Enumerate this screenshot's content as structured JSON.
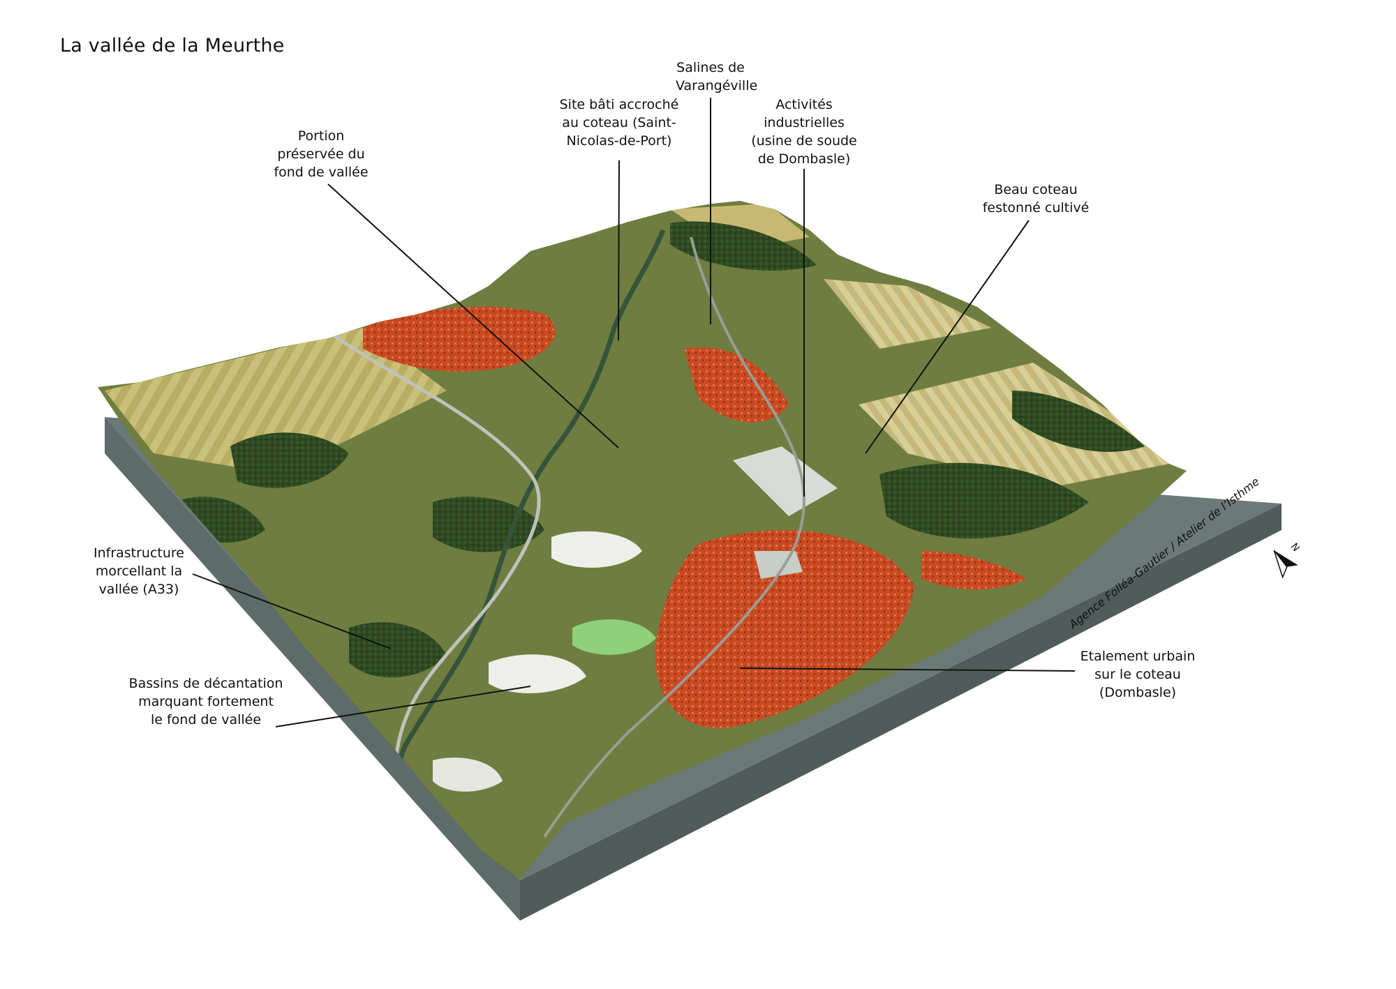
{
  "title": "La vallée de la Meurthe",
  "credit": "Agence Folléa-Gautier / Atelier de l’Isthme",
  "north_label": "N",
  "labels": [
    {
      "id": "salines",
      "lines": [
        "Salines de",
        "Varangéville"
      ]
    },
    {
      "id": "site-bati",
      "lines": [
        "Site bâti accroché",
        "au coteau (Saint-",
        "Nicolas-de-Port)"
      ]
    },
    {
      "id": "activites",
      "lines": [
        "Activités",
        "industrielles",
        "(usine de soude",
        "de Dombasle)"
      ]
    },
    {
      "id": "portion",
      "lines": [
        "Portion",
        "préservée du",
        "fond de vallée"
      ]
    },
    {
      "id": "beau-coteau",
      "lines": [
        "Beau coteau",
        "festonné cultivé"
      ]
    },
    {
      "id": "infrastructure",
      "lines": [
        "Infrastructure",
        "morcellant la",
        "vallée (A33)"
      ]
    },
    {
      "id": "bassins",
      "lines": [
        "Bassins de décantation",
        "marquant fortement",
        "le fond de vallée"
      ]
    },
    {
      "id": "etalement",
      "lines": [
        "Etalement urbain",
        "sur le coteau",
        "(Dombasle)"
      ]
    }
  ],
  "colors": {
    "base": "#5d6b69",
    "forest": "#2f4a22",
    "field": "#a9a05a",
    "urban": "#c94a22",
    "water": "#4d6a4a",
    "lake": "#8fd07a"
  }
}
